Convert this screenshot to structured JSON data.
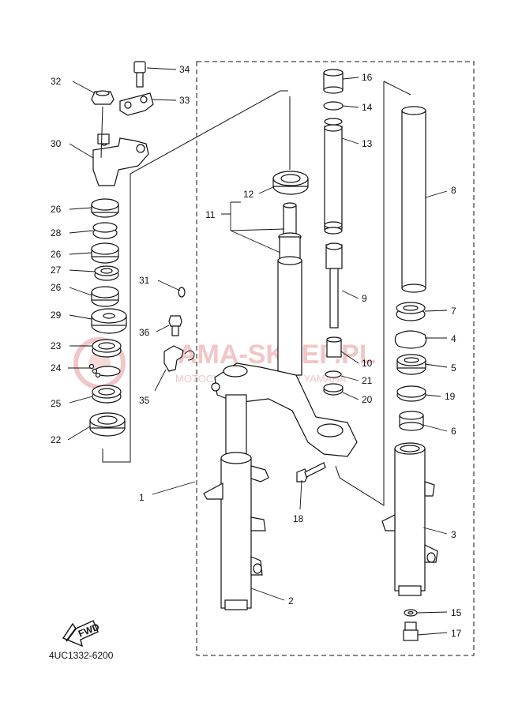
{
  "diagram": {
    "code": "4UC1332-6200",
    "fwd_label": "FWD",
    "watermark": {
      "main": "AMA-SKLEP.PL",
      "sub": "MOTOCYKLOWY DEALER YAMAHA"
    },
    "callouts": [
      {
        "id": "c1",
        "text": "1"
      },
      {
        "id": "c2",
        "text": "2"
      },
      {
        "id": "c3",
        "text": "3"
      },
      {
        "id": "c4",
        "text": "4"
      },
      {
        "id": "c5",
        "text": "5"
      },
      {
        "id": "c6",
        "text": "6"
      },
      {
        "id": "c7",
        "text": "7"
      },
      {
        "id": "c8",
        "text": "8"
      },
      {
        "id": "c9",
        "text": "9"
      },
      {
        "id": "c10",
        "text": "10"
      },
      {
        "id": "c11",
        "text": "11"
      },
      {
        "id": "c12",
        "text": "12"
      },
      {
        "id": "c13",
        "text": "13"
      },
      {
        "id": "c14",
        "text": "14"
      },
      {
        "id": "c15",
        "text": "15"
      },
      {
        "id": "c16",
        "text": "16"
      },
      {
        "id": "c17",
        "text": "17"
      },
      {
        "id": "c18",
        "text": "18"
      },
      {
        "id": "c19",
        "text": "19"
      },
      {
        "id": "c20",
        "text": "20"
      },
      {
        "id": "c21",
        "text": "21"
      },
      {
        "id": "c22",
        "text": "22"
      },
      {
        "id": "c23",
        "text": "23"
      },
      {
        "id": "c24",
        "text": "24"
      },
      {
        "id": "c25",
        "text": "25"
      },
      {
        "id": "c26a",
        "text": "26"
      },
      {
        "id": "c26b",
        "text": "26"
      },
      {
        "id": "c26c",
        "text": "26"
      },
      {
        "id": "c27",
        "text": "27"
      },
      {
        "id": "c28",
        "text": "28"
      },
      {
        "id": "c29",
        "text": "29"
      },
      {
        "id": "c30",
        "text": "30"
      },
      {
        "id": "c31",
        "text": "31"
      },
      {
        "id": "c32",
        "text": "32"
      },
      {
        "id": "c33",
        "text": "33"
      },
      {
        "id": "c34",
        "text": "34"
      },
      {
        "id": "c35",
        "text": "35"
      },
      {
        "id": "c36",
        "text": "36"
      }
    ]
  }
}
